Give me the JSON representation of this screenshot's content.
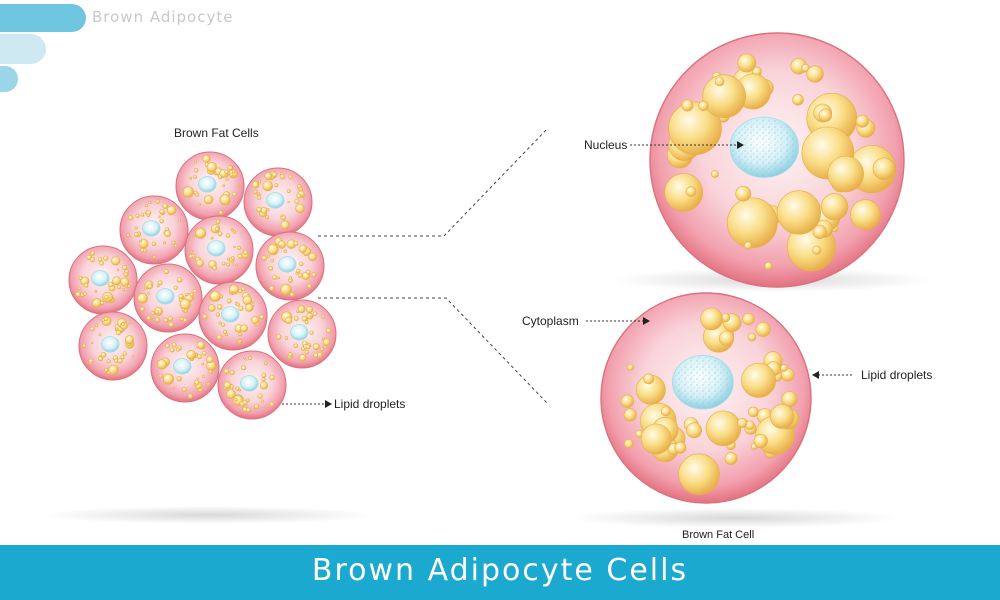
{
  "header": {
    "title": "Brown Adipocyte"
  },
  "labels": {
    "group_title": "Brown Fat Cells",
    "lipid_left": "Lipid droplets",
    "nucleus": "Nucleus",
    "cytoplasm": "Cytoplasm",
    "lipid_right": "Lipid droplets",
    "single_cell": "Brown Fat Cell"
  },
  "footer": {
    "title": "Brown Adipocyte Cells"
  },
  "stock_id": "369763910",
  "colors": {
    "cell_pink": "#f2a0ae",
    "cell_rim": "#e4717f",
    "lipid": "#f5cf6c",
    "nucleus": "#c8ecf4",
    "banner": "#1ba9cf"
  }
}
